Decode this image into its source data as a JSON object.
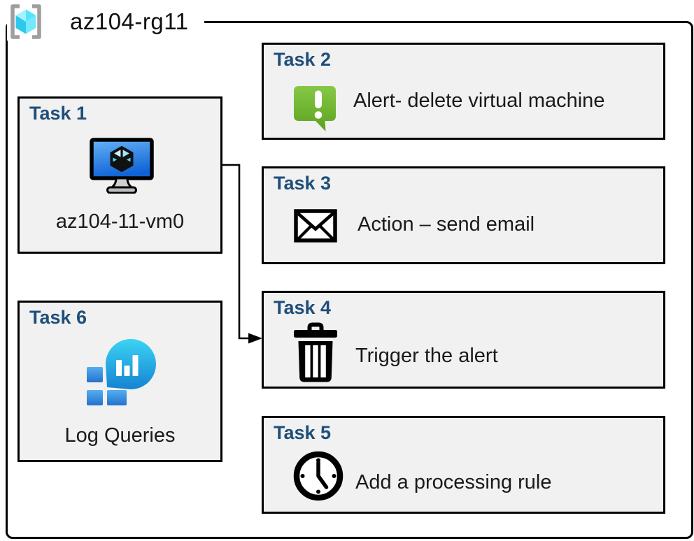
{
  "diagram": {
    "resource_group": {
      "name": "az104-rg11",
      "icon": "resource-group"
    },
    "tasks": [
      {
        "number": "Task 1",
        "label": "az104-11-vm0",
        "icon": "virtual-machine"
      },
      {
        "number": "Task 2",
        "label": "Alert- delete virtual machine",
        "icon": "alert"
      },
      {
        "number": "Task 3",
        "label": "Action – send email",
        "icon": "email"
      },
      {
        "number": "Task 4",
        "label": "Trigger the alert",
        "icon": "trash"
      },
      {
        "number": "Task 5",
        "label": "Add a processing rule",
        "icon": "clock"
      },
      {
        "number": "Task 6",
        "label": "Log Queries",
        "icon": "log-analytics"
      }
    ],
    "connector": {
      "from": "Task 1",
      "to": "Task 4"
    },
    "colors": {
      "task_title_blue": "#1F4E79",
      "box_background": "#F1F1F1",
      "box_border": "#000000",
      "alert_green": "#6FB42D",
      "azure_blue": "#2B7FD9",
      "azure_cyan": "#39C6E8",
      "bracket_gray": "#9E9E9E"
    }
  }
}
